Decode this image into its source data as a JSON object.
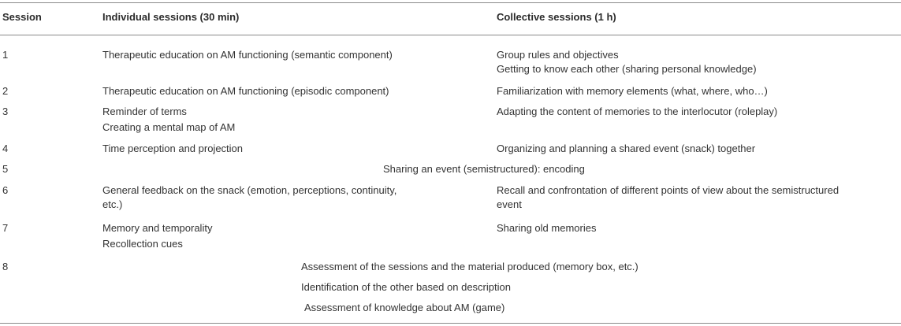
{
  "headers": {
    "session": "Session",
    "individual": "Individual sessions (30 min)",
    "collective": "Collective sessions (1 h)"
  },
  "rows": [
    {
      "session": "1",
      "individual": [
        "Therapeutic education on AM functioning (semantic component)"
      ],
      "collective": [
        "Group rules and objectives",
        "Getting to know each other (sharing personal knowledge)"
      ]
    },
    {
      "session": "2",
      "individual": [
        "Therapeutic education on AM functioning (episodic component)"
      ],
      "collective": [
        "Familiarization with memory elements (what, where, who…)"
      ]
    },
    {
      "session": "3",
      "individual": [
        "Reminder of terms",
        "Creating a mental map of AM"
      ],
      "collective": [
        "Adapting the content of memories to the interlocutor (roleplay)"
      ]
    },
    {
      "session": "4",
      "individual": [
        "Time perception and projection"
      ],
      "collective": [
        "Organizing and planning a shared event (snack) together"
      ]
    },
    {
      "session": "5",
      "spanning": [
        "Sharing an event (semistructured): encoding"
      ]
    },
    {
      "session": "6",
      "individual": [
        "General feedback on the snack (emotion, perceptions, continuity,",
        "etc.)"
      ],
      "collective": [
        "Recall and confrontation of different points of view about the semistructured",
        "event"
      ]
    },
    {
      "session": "7",
      "individual": [
        "Memory and temporality",
        "Recollection cues"
      ],
      "collective": [
        "Sharing old memories"
      ]
    },
    {
      "session": "8",
      "spanning": [
        "Assessment of the sessions and the material produced (memory box, etc.)",
        "Identification of the other based on description",
        "Assessment of knowledge about AM (game)"
      ]
    }
  ]
}
